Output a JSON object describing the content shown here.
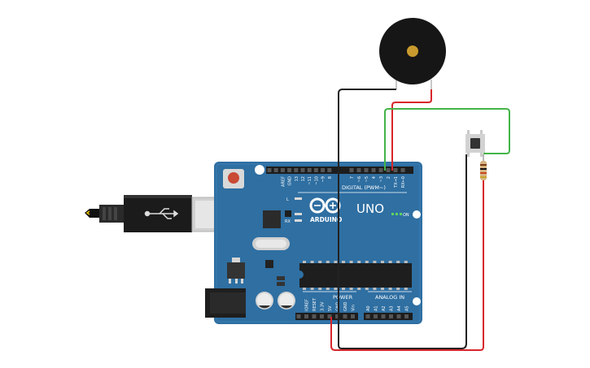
{
  "board": {
    "brand": "ARDUINO",
    "model": "UNO",
    "digital_label": "DIGITAL (PWM~)",
    "power_label": "POWER",
    "analog_label": "ANALOG IN",
    "on_label": "ON",
    "led_l": "L",
    "led_tx": "TX",
    "led_rx": "RX",
    "digital_pins": [
      "AREF",
      "GND",
      "13",
      "12",
      "~11",
      "~10",
      "~9",
      "8",
      "7",
      "~6",
      "~5",
      "4",
      "~3",
      "2",
      "TX→1",
      "RX←0"
    ],
    "power_pins": [
      "IOREF",
      "RESET",
      "3.3V",
      "5V",
      "GND",
      "GND",
      "Vin"
    ],
    "analog_pins": [
      "A0",
      "A1",
      "A2",
      "A3",
      "A4",
      "A5"
    ]
  },
  "components": {
    "buzzer": "piezo-buzzer",
    "button": "pushbutton",
    "resistor": "resistor",
    "usb": "usb-cable"
  },
  "colors": {
    "board": "#2f6fa2",
    "wire_black": "#222222",
    "wire_red": "#d7262b",
    "wire_green": "#44b449"
  }
}
